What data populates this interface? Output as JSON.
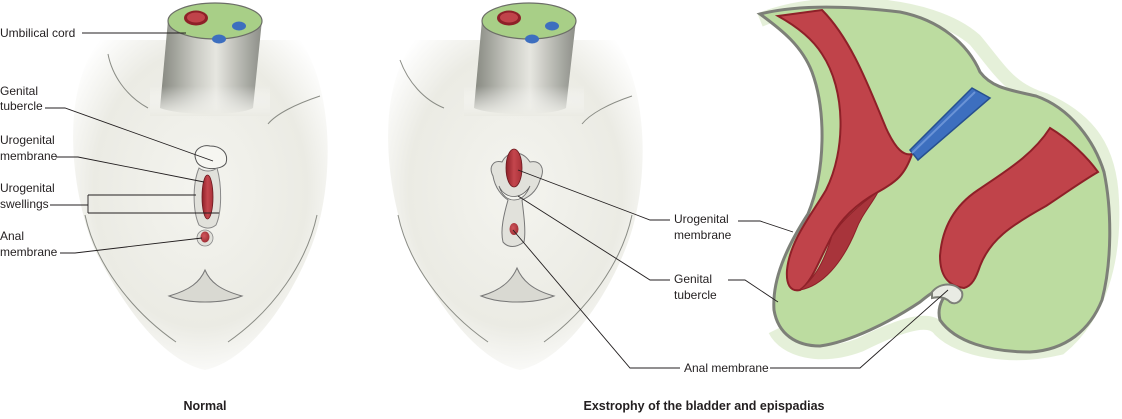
{
  "captions": {
    "normal": "Normal",
    "exstrophy": "Exstrophy of the bladder and epispadias"
  },
  "labels": {
    "umbilical_cord": "Umbilical cord",
    "genital_tubercle_l1": "Genital",
    "genital_tubercle_l2": "tubercle",
    "urogenital_membrane_l1": "Urogenital",
    "urogenital_membrane_l2": "membrane",
    "urogenital_swellings_l1": "Urogenital",
    "urogenital_swellings_l2": "swellings",
    "anal_membrane_l1": "Anal",
    "anal_membrane_l2": "membrane",
    "ex_urogenital_membrane_l1": "Urogenital",
    "ex_urogenital_membrane_l2": "membrane",
    "ex_genital_tubercle_l1": "Genital",
    "ex_genital_tubercle_l2": "tubercle",
    "ex_anal_membrane": "Anal membrane"
  },
  "colors": {
    "body_tissue": "#ecece6",
    "cord_green": "#a8cf87",
    "section_green": "#bcdca0",
    "red_tissue": "#c0434a",
    "dark_red": "#8e2028",
    "blue_vessel": "#3d6fbf",
    "outline_gray": "#7d8078"
  }
}
